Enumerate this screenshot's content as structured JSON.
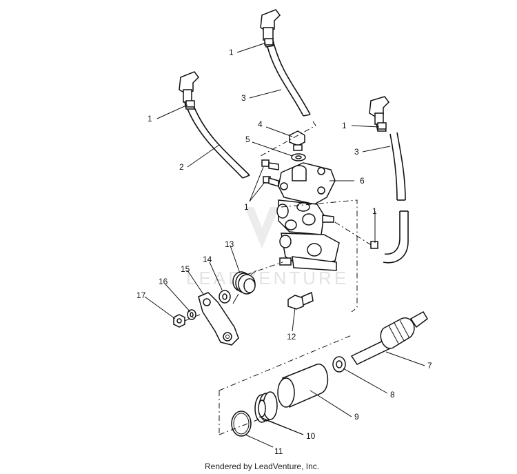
{
  "diagram": {
    "callouts": [
      {
        "id": "c1a",
        "text": "1"
      },
      {
        "id": "c3a",
        "text": "3"
      },
      {
        "id": "c1b",
        "text": "1"
      },
      {
        "id": "c4",
        "text": "4"
      },
      {
        "id": "c1c",
        "text": "1"
      },
      {
        "id": "c5",
        "text": "5"
      },
      {
        "id": "c3b",
        "text": "3"
      },
      {
        "id": "c2",
        "text": "2"
      },
      {
        "id": "c6",
        "text": "6"
      },
      {
        "id": "c1d",
        "text": "1"
      },
      {
        "id": "c1e",
        "text": "1"
      },
      {
        "id": "c13",
        "text": "13"
      },
      {
        "id": "c14",
        "text": "14"
      },
      {
        "id": "c15",
        "text": "15"
      },
      {
        "id": "c16",
        "text": "16"
      },
      {
        "id": "c17",
        "text": "17"
      },
      {
        "id": "c12",
        "text": "12"
      },
      {
        "id": "c7",
        "text": "7"
      },
      {
        "id": "c8",
        "text": "8"
      },
      {
        "id": "c9",
        "text": "9"
      },
      {
        "id": "c10",
        "text": "10"
      },
      {
        "id": "c11",
        "text": "11"
      }
    ],
    "watermark": "LEADVENTURE",
    "footer": "Rendered by LeadVenture, Inc."
  }
}
